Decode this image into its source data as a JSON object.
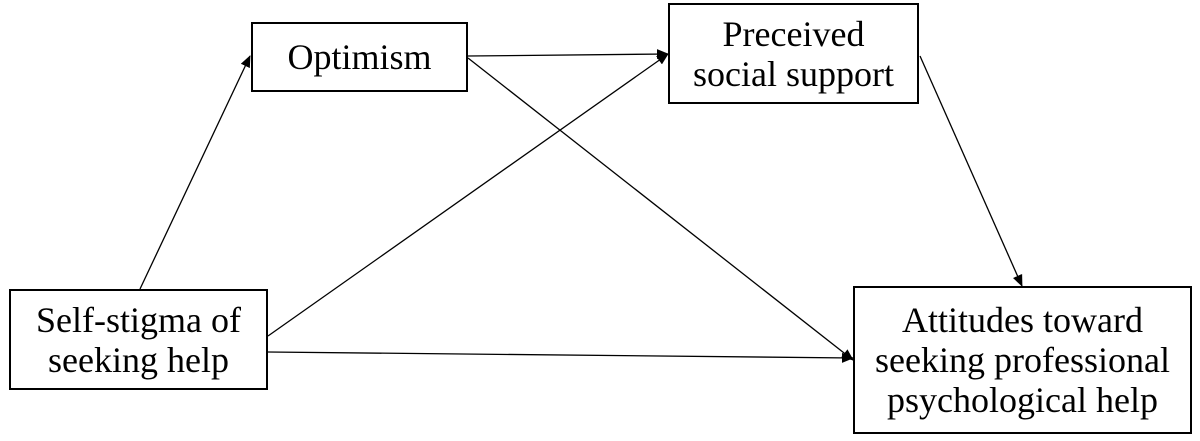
{
  "nodes": {
    "optimism": {
      "label": "Optimism"
    },
    "social_support": {
      "label": "Preceived\nsocial support"
    },
    "self_stigma": {
      "label": "Self-stigma of\nseeking help"
    },
    "attitudes": {
      "label": "Attitudes toward\nseeking professional\npsychological help"
    }
  },
  "edges": [
    {
      "from": "self_stigma",
      "to": "optimism"
    },
    {
      "from": "self_stigma",
      "to": "social_support"
    },
    {
      "from": "self_stigma",
      "to": "attitudes"
    },
    {
      "from": "optimism",
      "to": "social_support"
    },
    {
      "from": "optimism",
      "to": "attitudes"
    },
    {
      "from": "social_support",
      "to": "attitudes"
    }
  ],
  "colors": {
    "stroke": "#000000",
    "fill": "#ffffff"
  }
}
